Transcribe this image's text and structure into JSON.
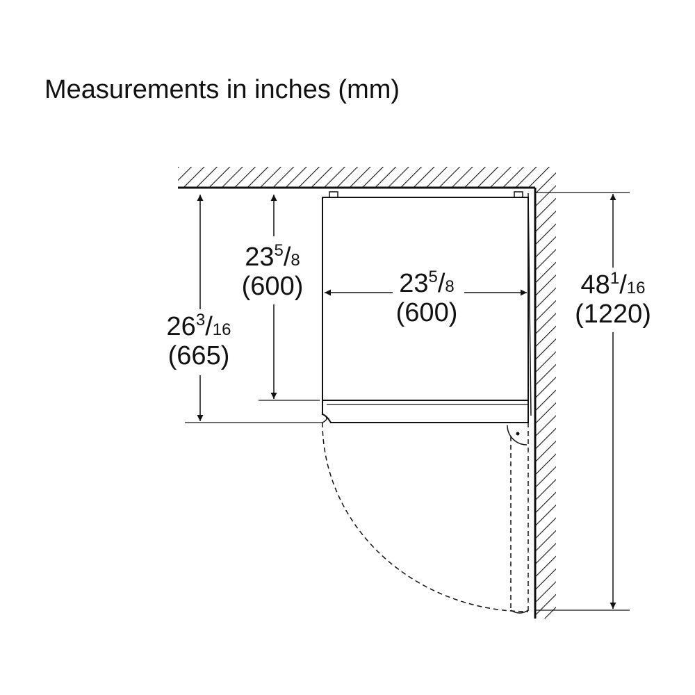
{
  "title": "Measurements in inches (mm)",
  "dimensions": {
    "cabinet_depth": {
      "whole": "23",
      "num": "5",
      "den": "8",
      "mm": "(600)"
    },
    "total_depth": {
      "whole": "26",
      "num": "3",
      "den": "16",
      "mm": "(665)"
    },
    "width": {
      "whole": "23",
      "num": "5",
      "den": "8",
      "mm": "(600)"
    },
    "door_clearance": {
      "whole": "48",
      "num": "1",
      "den": "16",
      "mm": "(1220)"
    }
  }
}
